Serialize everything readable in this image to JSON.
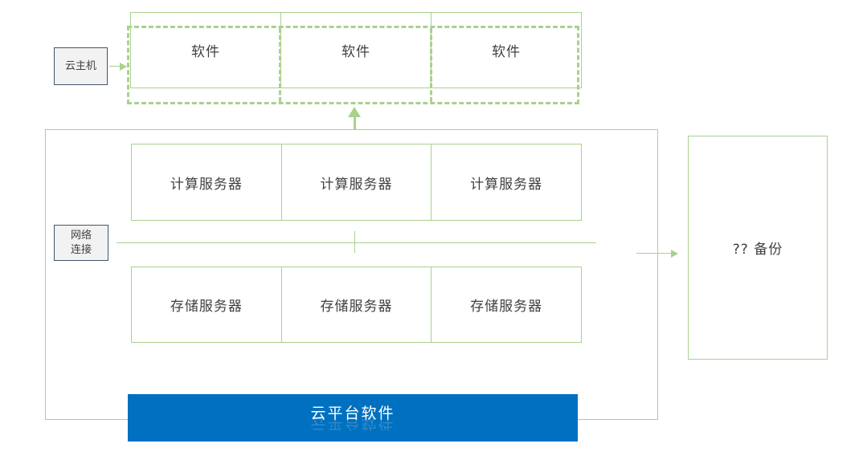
{
  "diagram": {
    "cloud_host": {
      "label": "云主机"
    },
    "software_row": {
      "items": [
        {
          "label": "软件"
        },
        {
          "label": "软件"
        },
        {
          "label": "软件"
        }
      ]
    },
    "compute_row": {
      "items": [
        {
          "label": "计算服务器"
        },
        {
          "label": "计算服务器"
        },
        {
          "label": "计算服务器"
        }
      ]
    },
    "storage_row": {
      "items": [
        {
          "label": "存储服务器"
        },
        {
          "label": "存储服务器"
        },
        {
          "label": "存储服务器"
        }
      ]
    },
    "network": {
      "line1": "网络",
      "line2": "连接"
    },
    "backup": {
      "label": "?? 备份"
    },
    "platform": {
      "label": "云平台软件"
    },
    "colors": {
      "green_stroke": "#a9d18e",
      "platform_blue": "#0070c0",
      "label_border_blue": "#44546a",
      "label_fill_gray": "#f2f2f2",
      "text_dark": "#404040",
      "text_white": "#ffffff"
    }
  }
}
